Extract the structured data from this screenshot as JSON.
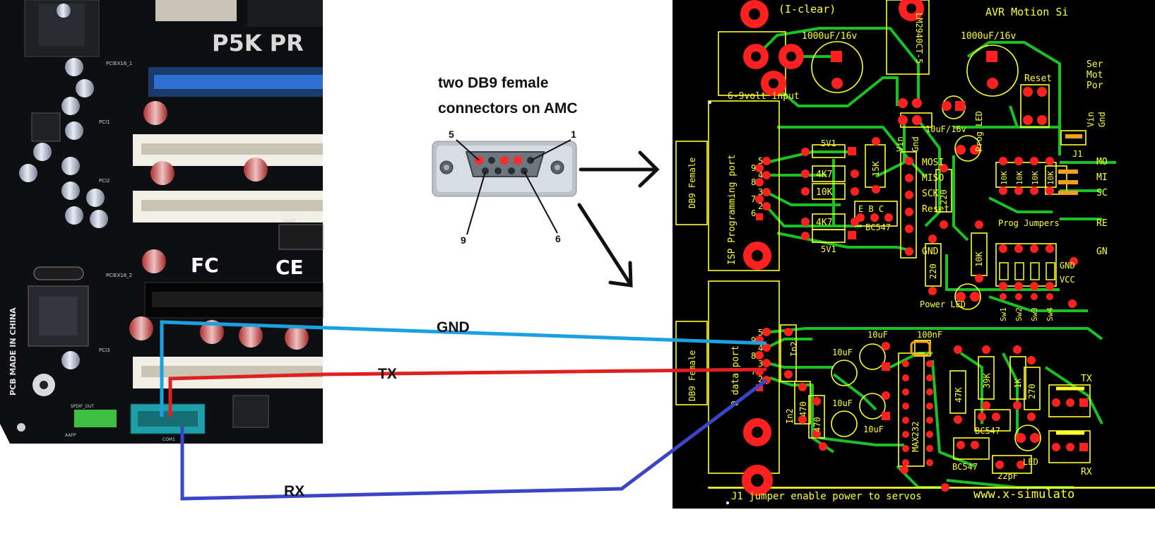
{
  "callout": {
    "line1": "two DB9 female",
    "line2": "connectors on AMC"
  },
  "connector": {
    "pin1": "1",
    "pin5": "5",
    "pin6": "6",
    "pin9": "9"
  },
  "wires": {
    "gnd": {
      "label": "GND",
      "color": "#1ba1e2"
    },
    "tx": {
      "label": "TX",
      "color": "#e02020"
    },
    "rx": {
      "label": "RX",
      "color": "#3b45c8"
    }
  },
  "motherboard": {
    "model": "P5K PR",
    "made_in": "PCB MADE IN CHINA",
    "slots": [
      "PCIEX16_1",
      "PCI1",
      "PCI2",
      "PCIEX16_2",
      "PCI3"
    ],
    "fc": "FC",
    "ce": "CE",
    "com": "COM1",
    "spdif": "SPDIF_OUT",
    "aafp": "AAFP",
    "asap": "ASAP"
  },
  "pcb": {
    "title": "AVR Motion Si",
    "top_clear": "(I-clear)",
    "vreg": "LM2940CT-5",
    "cap1": "1000uF/16v",
    "cap2": "1000uF/16v",
    "cap3": "10uF/16v",
    "power_in": "6-9volt input",
    "reset": "Reset",
    "servo": [
      "Ser",
      "Mot",
      "Por"
    ],
    "vin": "Vin",
    "gnd": "Gnd",
    "db9_a": "DB9 Female",
    "db9_b": "DB9 Female",
    "isp_port": "ISP Programming port",
    "data_port": "O data port",
    "r_4k7a": "4K7",
    "r_10k": "10K",
    "r_4k7b": "4K7",
    "r_15k": "15K",
    "zener_a": "5V1",
    "zener_b": "5V1",
    "transistor": "BC547",
    "ebc": "E  B  C",
    "mosi": "MOSI",
    "miso": "MISO",
    "sck": "SCK",
    "reset_pin": "Reset",
    "gnd_pin": "GND",
    "prog_led": "Prog LED",
    "r_220a": "220",
    "r_220b": "220",
    "r_10k2": "10K",
    "prog_jumpers": "Prog Jumpers",
    "power_led": "Power LED",
    "sw": [
      "Sw1",
      "Sw2",
      "Sw3",
      "Sw4"
    ],
    "gnd_r": "GND",
    "vcc_r": "VCC",
    "j1": "J1",
    "k10": [
      "10K",
      "10K",
      "10K",
      "10K"
    ],
    "side": [
      "MO",
      "MI",
      "SC",
      "RE",
      "GN"
    ],
    "in2": "In2",
    "c10uf_a": "10uF",
    "c10uf_b": "10uF",
    "c10uf_c": "10uF",
    "c10uf_d": "10uF",
    "c100nf": "100nF",
    "max232": "MAX232",
    "r_470a": "470",
    "r_470b": "470",
    "r_47k": "47K",
    "r_39k": "39K",
    "r_1k": "1K",
    "r_270": "270",
    "bc547_a": "BC547",
    "bc547_b": "BC547",
    "c22pf": "22pF",
    "led": "LED",
    "tx": "TX",
    "rx": "RX",
    "footer": "J1 jumper enable power to servos",
    "url": "www.x-simulato"
  }
}
